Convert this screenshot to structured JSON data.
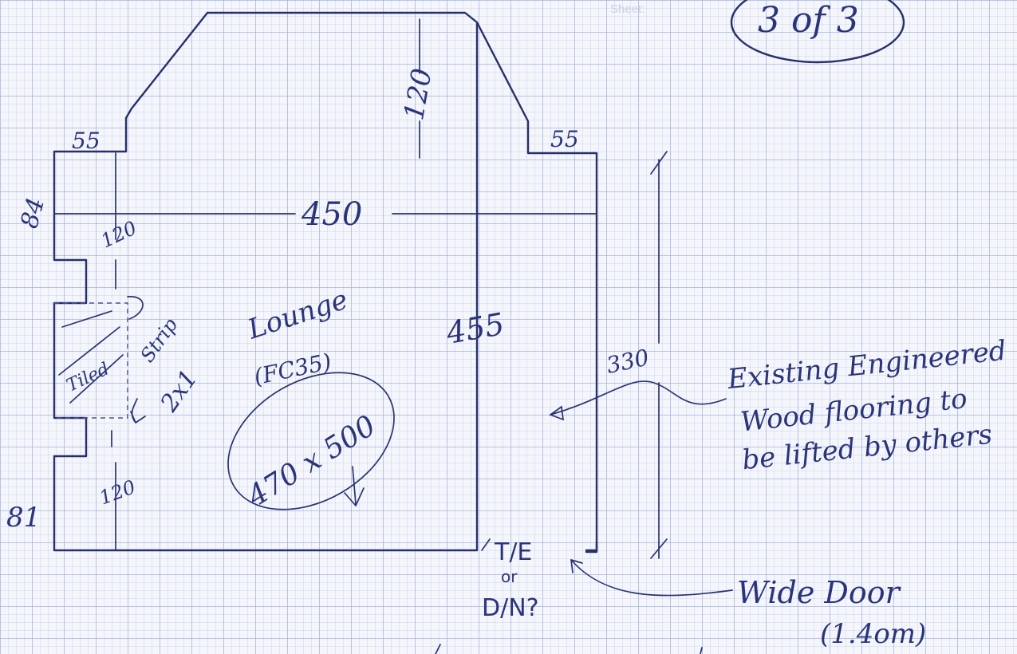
{
  "sheet": {
    "label": "Sheet:",
    "number": "3 of 3"
  },
  "room": {
    "name": "Lounge",
    "code": "(FC35)",
    "size": "470 x 500"
  },
  "dimensions": {
    "left_top": "55",
    "right_top": "55",
    "bay_depth": "120",
    "width": "450",
    "length": "455",
    "right_side": "330",
    "left_upper": "84",
    "left_lower": "81",
    "recess_upper": "120",
    "recess_lower": "120",
    "strip": "2x1"
  },
  "annotations": {
    "tiled": "Tiled",
    "strip_label": "Strip",
    "floor_note": [
      "Existing Engineered",
      "Wood flooring to",
      "be lifted by others"
    ],
    "threshold": [
      "T/E",
      "or",
      "D/N?"
    ],
    "door": [
      "Wide Door",
      "(1.4om)"
    ]
  }
}
